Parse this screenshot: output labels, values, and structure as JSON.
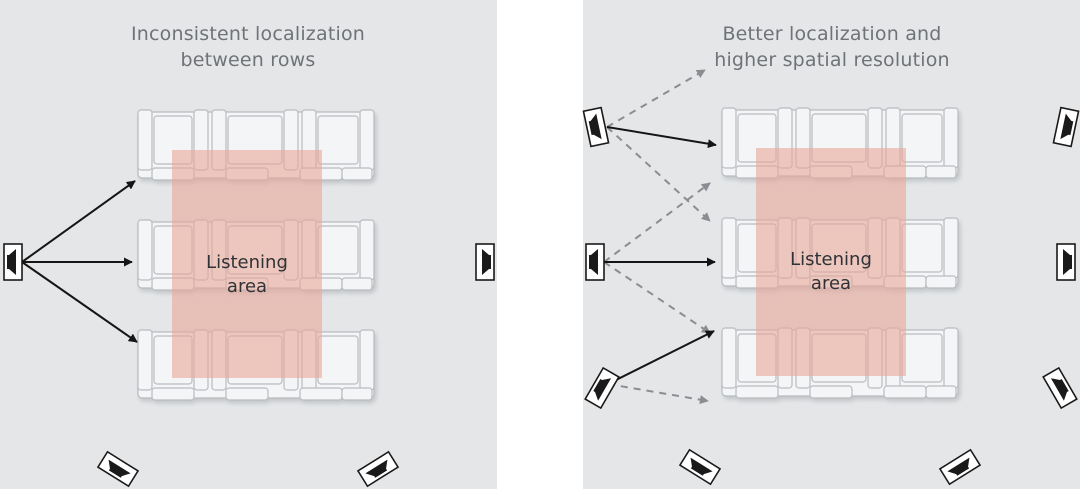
{
  "panels": [
    {
      "caption_lines": [
        "Inconsistent localization",
        "between rows"
      ],
      "area_label_lines": [
        "Listening",
        "area"
      ]
    },
    {
      "caption_lines": [
        "Better localization and",
        "higher spatial resolution"
      ],
      "area_label_lines": [
        "Listening",
        "area"
      ]
    }
  ],
  "colors": {
    "panel_bg": "#e4e6e8",
    "listening_area": "#e8a99b",
    "sofa_fill": "#f4f5f6",
    "sofa_stroke": "#b9bcc0",
    "arrow_solid": "#151515",
    "arrow_dashed": "#8a8d91"
  }
}
